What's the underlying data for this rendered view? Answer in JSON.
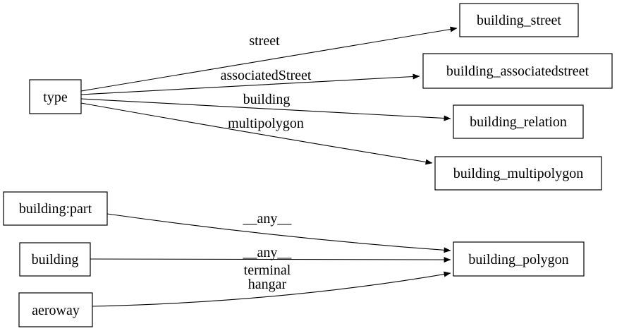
{
  "diagram": {
    "type": "directed-graph",
    "background_color": "#ffffff",
    "stroke_color": "#000000",
    "text_color": "#000000",
    "nodes": [
      {
        "id": "type",
        "label": "type"
      },
      {
        "id": "building_street",
        "label": "building_street"
      },
      {
        "id": "building_associatedstreet",
        "label": "building_associatedstreet"
      },
      {
        "id": "building_relation",
        "label": "building_relation"
      },
      {
        "id": "building_multipolygon",
        "label": "building_multipolygon"
      },
      {
        "id": "building_part",
        "label": "building:part"
      },
      {
        "id": "building",
        "label": "building"
      },
      {
        "id": "aeroway",
        "label": "aeroway"
      },
      {
        "id": "building_polygon",
        "label": "building_polygon"
      }
    ],
    "edges": [
      {
        "from": "type",
        "to": "building_street",
        "label": "street"
      },
      {
        "from": "type",
        "to": "building_associatedstreet",
        "label": "associatedStreet"
      },
      {
        "from": "type",
        "to": "building_relation",
        "label": "building"
      },
      {
        "from": "type",
        "to": "building_multipolygon",
        "label": "multipolygon"
      },
      {
        "from": "building:part",
        "to": "building_polygon",
        "label": "__any__"
      },
      {
        "from": "building",
        "to": "building_polygon",
        "label": "__any__"
      },
      {
        "from": "aeroway",
        "to": "building_polygon",
        "label": "terminal hangar",
        "label_line1": "terminal",
        "label_line2": "hangar"
      }
    ]
  }
}
